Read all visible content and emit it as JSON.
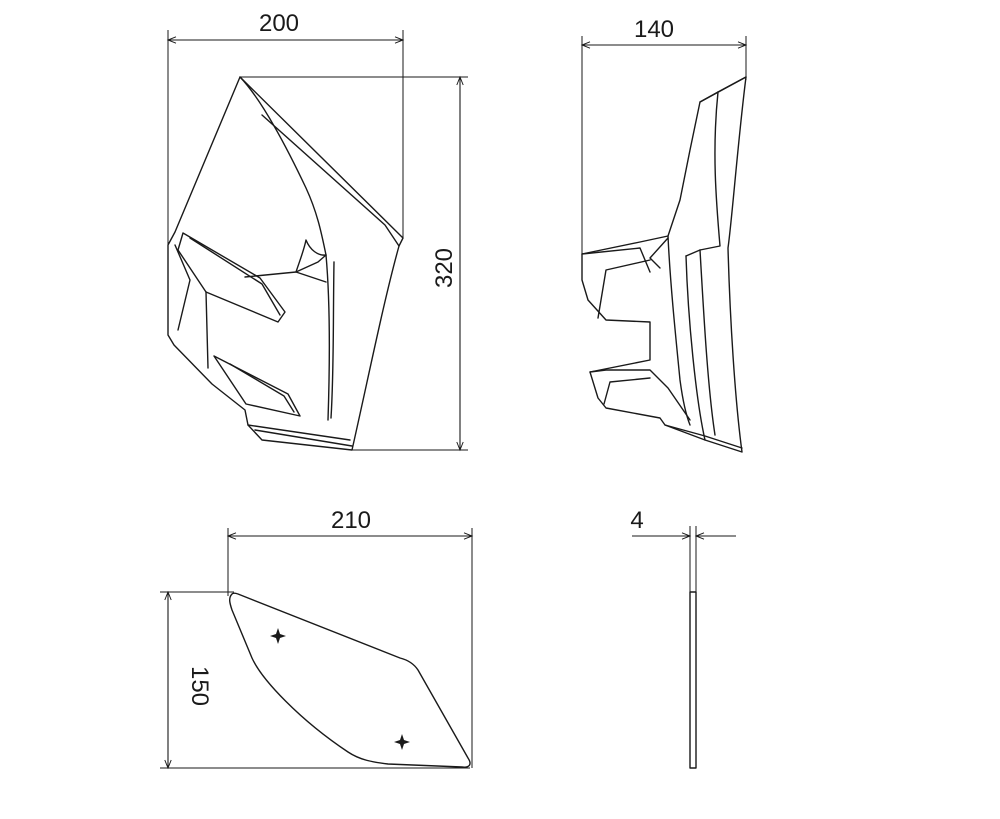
{
  "drawing": {
    "front_view": {
      "width_label": "200",
      "height_label": "320"
    },
    "side_view": {
      "width_label": "140"
    },
    "plate_view": {
      "width_label": "210",
      "height_label": "150"
    },
    "thickness_view": {
      "thickness_label": "4"
    }
  },
  "colors": {
    "line": "#1a1a1a",
    "background": "#ffffff"
  },
  "icons": [
    "dimension-arrow-icon",
    "mounting-hole-icon"
  ]
}
